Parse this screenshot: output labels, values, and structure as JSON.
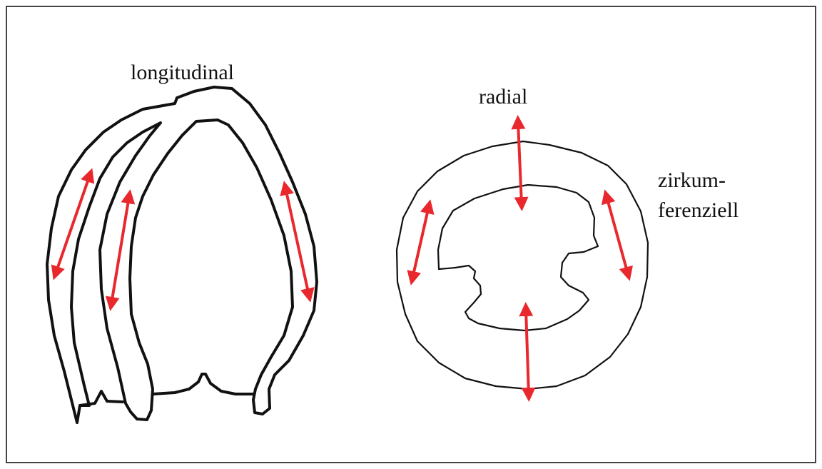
{
  "labels": {
    "longitudinal": "longitudinal",
    "radial": "radial",
    "circumferential_line1": "zirkum-",
    "circumferential_line2": "ferenziell"
  },
  "colors": {
    "outline": "#111111",
    "arrow": "#e8282d",
    "background": "#ffffff"
  }
}
